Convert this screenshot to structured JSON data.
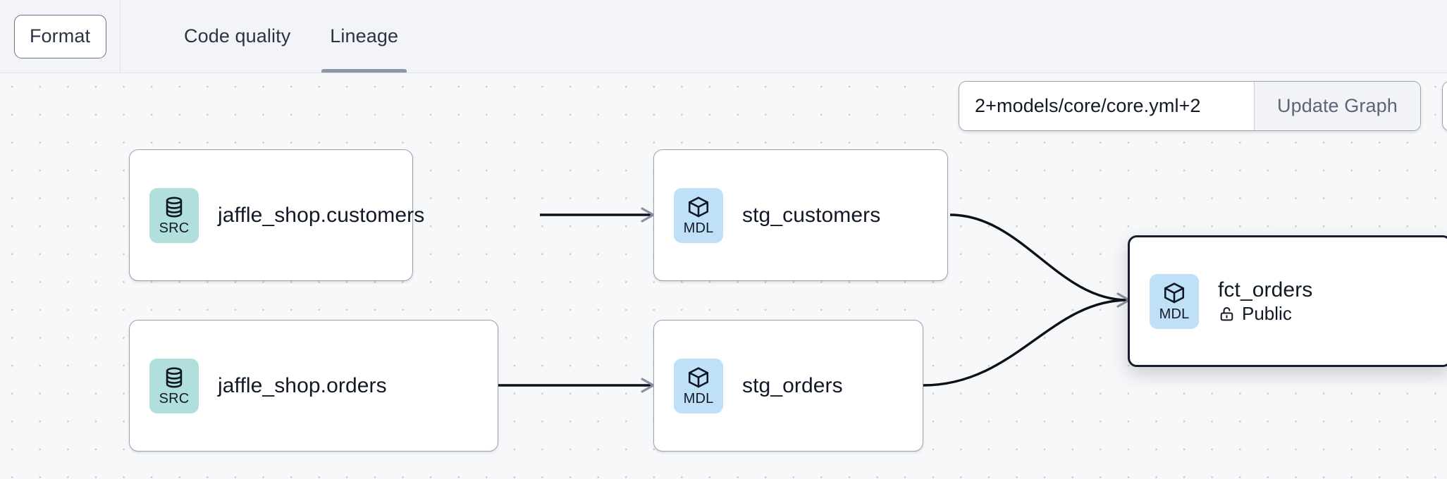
{
  "toolbar": {
    "format_label": "Format",
    "tabs": [
      {
        "id": "code-quality",
        "label": "Code quality",
        "active": false
      },
      {
        "id": "lineage",
        "label": "Lineage",
        "active": true
      }
    ]
  },
  "controls": {
    "selector_value": "2+models/core/core.yml+2",
    "selector_placeholder": "Enter a selector",
    "update_label": "Update Graph"
  },
  "graph": {
    "nodes": [
      {
        "id": "jaffle_shop_customers",
        "title": "jaffle_shop.customers",
        "badge_label": "SRC",
        "badge_icon": "database-icon",
        "badge_kind": "src",
        "selected": false,
        "sub_label": null,
        "sub_icon": null
      },
      {
        "id": "stg_customers",
        "title": "stg_customers",
        "badge_label": "MDL",
        "badge_icon": "cube-icon",
        "badge_kind": "mdl",
        "selected": false,
        "sub_label": null,
        "sub_icon": null
      },
      {
        "id": "jaffle_shop_orders",
        "title": "jaffle_shop.orders",
        "badge_label": "SRC",
        "badge_icon": "database-icon",
        "badge_kind": "src",
        "selected": false,
        "sub_label": null,
        "sub_icon": null
      },
      {
        "id": "stg_orders",
        "title": "stg_orders",
        "badge_label": "MDL",
        "badge_icon": "cube-icon",
        "badge_kind": "mdl",
        "selected": false,
        "sub_label": null,
        "sub_icon": null
      },
      {
        "id": "fct_orders",
        "title": "fct_orders",
        "badge_label": "MDL",
        "badge_icon": "cube-icon",
        "badge_kind": "mdl",
        "selected": true,
        "sub_label": "Public",
        "sub_icon": "unlock-icon"
      }
    ],
    "edges": [
      {
        "from": "jaffle_shop_customers",
        "to": "stg_customers"
      },
      {
        "from": "jaffle_shop_orders",
        "to": "stg_orders"
      },
      {
        "from": "stg_customers",
        "to": "fct_orders"
      },
      {
        "from": "stg_orders",
        "to": "fct_orders"
      }
    ]
  },
  "colors": {
    "canvas_bg": "#f7f8fa",
    "topbar_bg": "#f2f4f7",
    "src_badge": "#b0dfdc",
    "mdl_badge": "#bfe0f6",
    "node_border": "#9aa1b0",
    "selected_border": "#161d2e",
    "edge": "#0d1117",
    "active_tab_underline": "#8d96a6",
    "text_primary": "#121926",
    "text_muted": "#5c6575"
  }
}
